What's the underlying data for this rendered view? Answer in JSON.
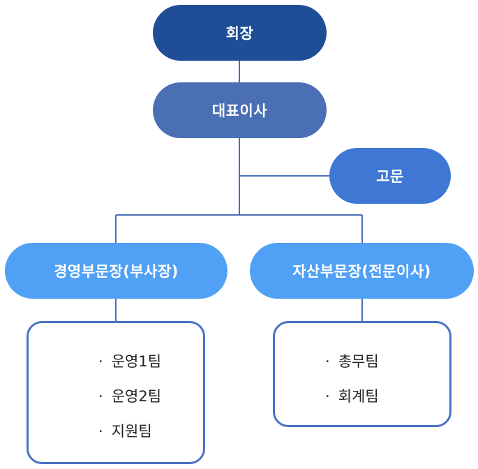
{
  "nodes": {
    "chairman": "회장",
    "ceo": "대표이사",
    "advisor": "고문",
    "management_head": "경영부문장(부사장)",
    "asset_head": "자산부문장(전문이사)"
  },
  "teams": {
    "management": [
      "운영1팀",
      "운영2팀",
      "지원팀"
    ],
    "asset": [
      "총무팀",
      "회계팀"
    ]
  },
  "bullet": "·",
  "colors": {
    "chairman": "#1f4e96",
    "ceo": "#4a6fb5",
    "advisor": "#3f77d4",
    "division": "#50a1f5",
    "team_border": "#4a72c4",
    "connector": "#4a6fb5"
  }
}
